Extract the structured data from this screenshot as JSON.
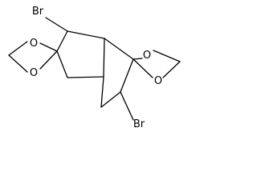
{
  "atoms": {
    "br_top": "Br",
    "br_bottom": "Br",
    "o_left_upper": "O",
    "o_left_lower": "O",
    "o_right_upper": "O",
    "o_right_lower": "O"
  },
  "colors": {
    "background": "#ffffff",
    "bond": "#000000",
    "text": "#000000"
  }
}
